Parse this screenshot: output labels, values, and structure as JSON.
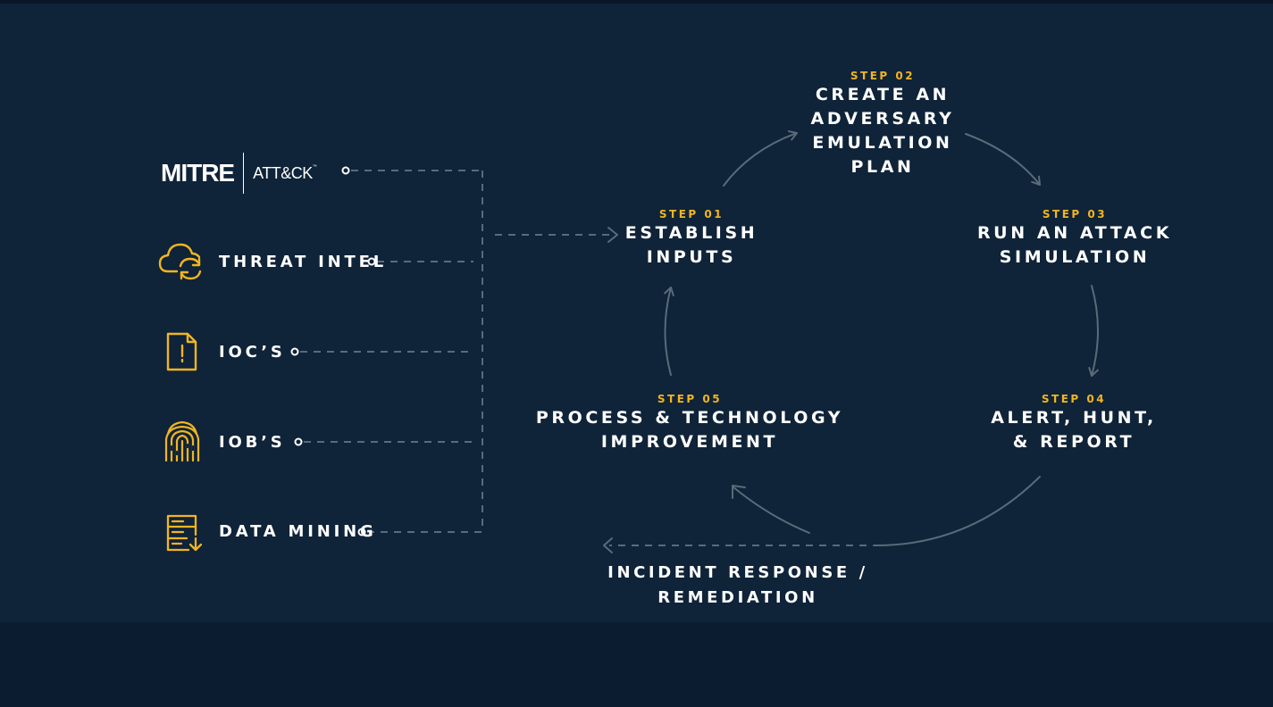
{
  "colors": {
    "background": "#0f2339",
    "footer_band": "#0c1c30",
    "accent": "#f2b51f",
    "text": "#ffffff",
    "connector": "#5a6b78"
  },
  "sources": [
    {
      "label": "",
      "icon": "mitre-attck-logo",
      "logo_main": "MITRE",
      "logo_sub": "ATT&CK",
      "logo_tm": "™"
    },
    {
      "label": "THREAT INTEL",
      "icon": "cloud-sync-icon"
    },
    {
      "label": "IOC’S",
      "icon": "document-alert-icon"
    },
    {
      "label": "IOB’S",
      "icon": "fingerprint-icon"
    },
    {
      "label": "DATA MINING",
      "icon": "server-download-icon"
    }
  ],
  "steps": [
    {
      "num": "STEP 01",
      "title": "ESTABLISH\nINPUTS"
    },
    {
      "num": "STEP 02",
      "title": "CREATE AN\nADVERSARY\nEMULATION\nPLAN"
    },
    {
      "num": "STEP 03",
      "title": "RUN AN ATTACK\nSIMULATION"
    },
    {
      "num": "STEP 04",
      "title": "ALERT, HUNT,\n& REPORT"
    },
    {
      "num": "STEP 05",
      "title": "PROCESS & TECHNOLOGY\nIMPROVEMENT"
    }
  ],
  "incident": {
    "label": "INCIDENT RESPONSE /\nREMEDIATION"
  }
}
